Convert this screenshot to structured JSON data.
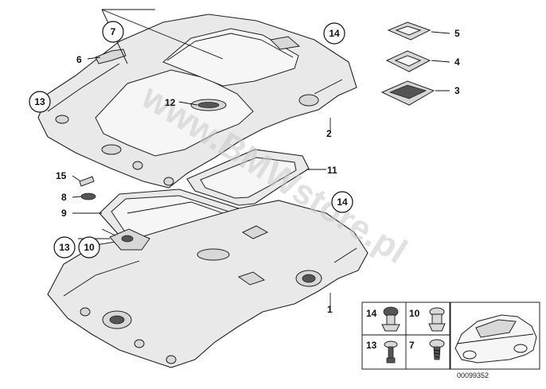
{
  "labels": {
    "p1": "1",
    "p2": "2",
    "p3": "3",
    "p4": "4",
    "p5": "5",
    "p6": "6",
    "p7": "7",
    "p8": "8",
    "p9": "9",
    "p10": "10",
    "p11": "11",
    "p12": "12",
    "p13": "13",
    "p14": "14",
    "p15": "15"
  },
  "legend": {
    "a": "14",
    "b": "10",
    "c": "13",
    "d": "7"
  },
  "watermark": "www.BMWstore.pl",
  "diagram_id": "00099352"
}
